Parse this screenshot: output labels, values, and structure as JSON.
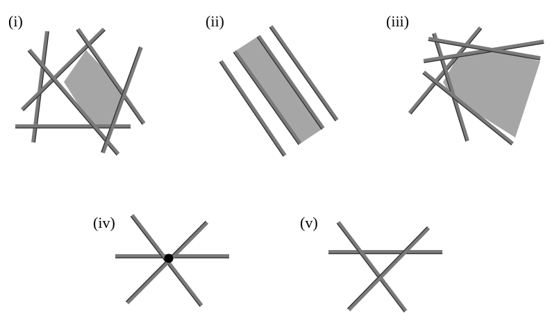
{
  "figure": {
    "panels": [
      {
        "label": "(i)"
      },
      {
        "label": "(ii)"
      },
      {
        "label": "(iii)"
      },
      {
        "label": "(iv)"
      },
      {
        "label": "(v)"
      }
    ]
  },
  "colors": {
    "line_fill": "#7a7a7a",
    "line_edge": "#2e2e2e",
    "region_fill": "#a6a6a6",
    "point_fill": "#000000",
    "background": "#ffffff"
  }
}
